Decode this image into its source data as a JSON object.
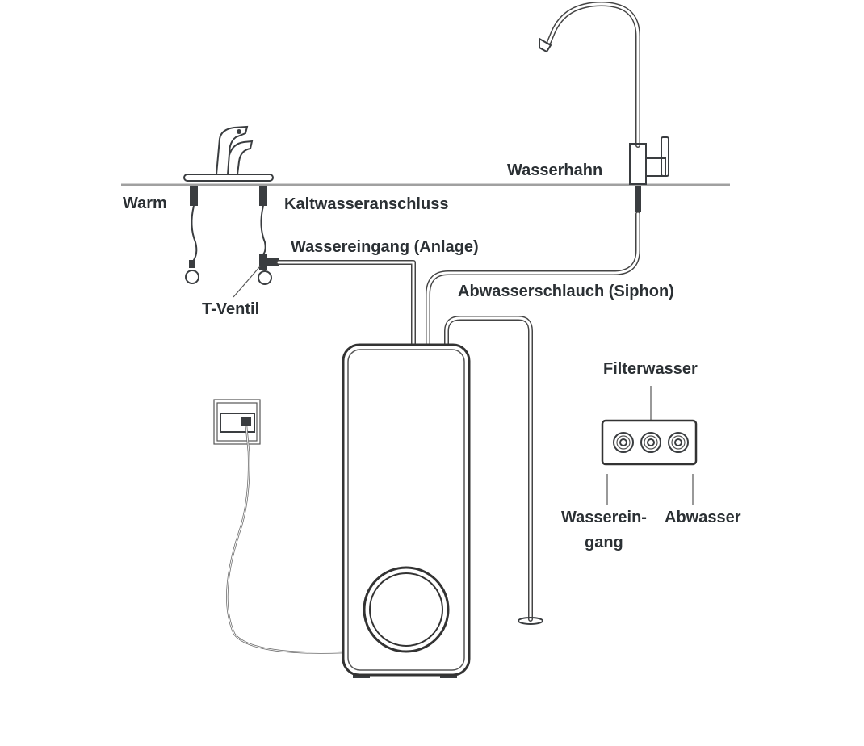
{
  "labels": {
    "warm": "Warm",
    "cold_connection": "Kaltwasseranschluss",
    "water_inlet_system": "Wassereingang (Anlage)",
    "t_valve": "T-Ventil",
    "drain_hose": "Abwasserschlauch (Siphon)",
    "faucet": "Wasserhahn",
    "filtered_water": "Filterwasser",
    "water_inlet_line1": "Wasserein-",
    "water_inlet_line2": "gang",
    "waste_water": "Abwasser"
  },
  "colors": {
    "text": "#2b3034",
    "line": "#3a3d40",
    "counter": "#a0a0a0"
  }
}
